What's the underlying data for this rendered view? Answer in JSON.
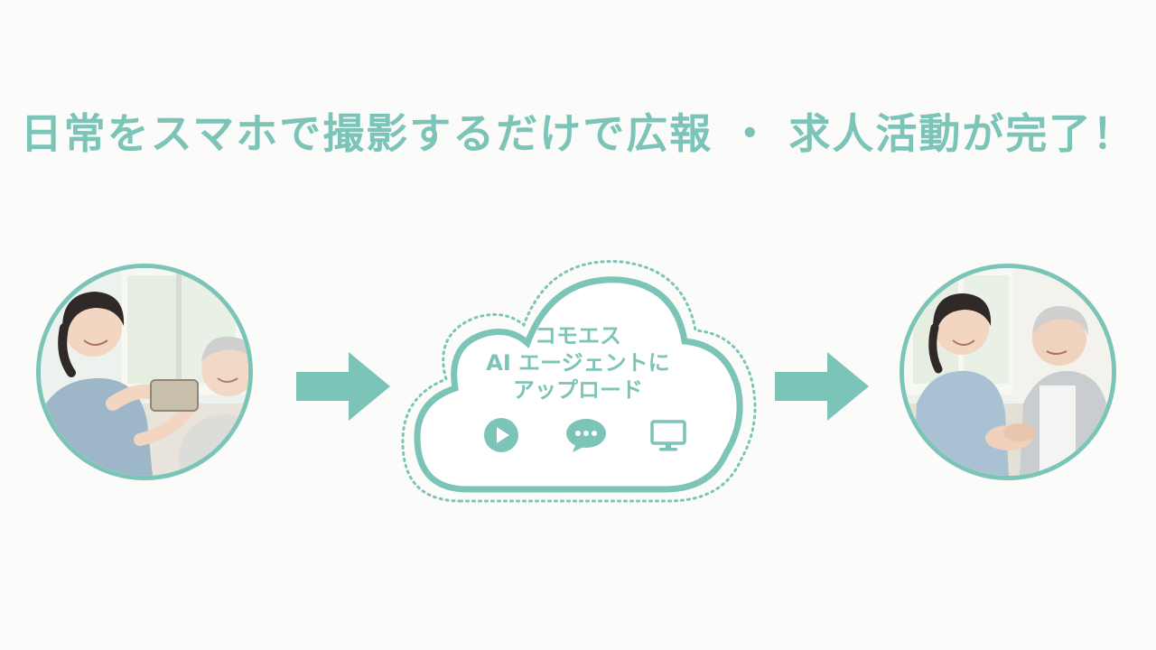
{
  "headline": "日常をスマホで撮影するだけで広報 ・ 求人活動が完了！",
  "cloud": {
    "line1": "コモエス",
    "line2": "AI エージェントに",
    "line3": "アップロード",
    "icons": [
      "play-icon",
      "chat-bubble-icon",
      "monitor-icon"
    ]
  },
  "images": {
    "left": "caregiver-filming-elderly-woman-with-smartphone",
    "right": "caregiver-holding-hands-with-elderly-man"
  },
  "colors": {
    "accent": "#7cc4b8",
    "background": "#fbfbfa"
  }
}
